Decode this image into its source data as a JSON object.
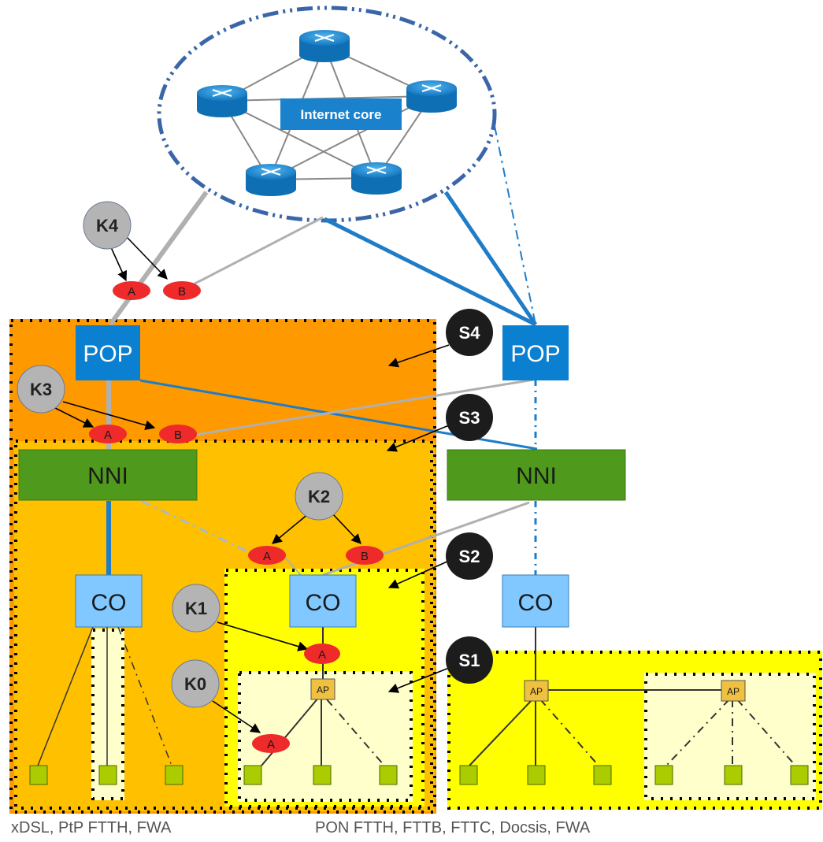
{
  "core": {
    "label": "Internet core"
  },
  "pop": {
    "left_label": "POP",
    "right_label": "POP"
  },
  "nni": {
    "left_label": "NNI",
    "right_label": "NNI"
  },
  "co": {
    "left_label": "CO",
    "middle_label": "CO",
    "right_label": "CO"
  },
  "ap": {
    "middle_label": "AP",
    "right1_label": "AP",
    "right2_label": "AP"
  },
  "k_nodes": {
    "k4": "K4",
    "k3": "K3",
    "k2": "K2",
    "k1": "K1",
    "k0": "K0"
  },
  "s_nodes": {
    "s4": "S4",
    "s3": "S3",
    "s2": "S2",
    "s1": "S1"
  },
  "points": {
    "k4_a": "A",
    "k4_b": "B",
    "k3_a": "A",
    "k3_b": "B",
    "k2_a": "A",
    "k2_b": "B",
    "k1_a": "A",
    "k0_a": "A"
  },
  "captions": {
    "left": "xDSL, PtP FTTH, FWA",
    "right": "PON FTTH, FTTB, FTTC, Docsis, FWA"
  },
  "colors": {
    "orange_dark": "#ff9900",
    "orange_mid": "#ffc000",
    "yellow": "#ffff00",
    "pale_yellow": "#ffffcc",
    "pop_blue": "#0b7fd0",
    "co_blue": "#80c8ff",
    "nni_green": "#4f9a1c",
    "router_blue": "#1a8fd8",
    "red_point": "#ee2a2a",
    "k_gray": "#b4b4b4",
    "s_black": "#1c1c1c",
    "endpoint_green": "#aacc00",
    "ap_gold": "#f0c040",
    "core_ellipse": "#3a66a8"
  }
}
